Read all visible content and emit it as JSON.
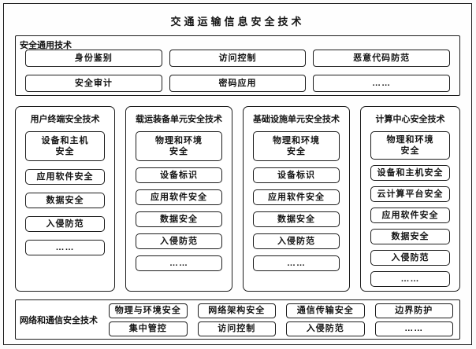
{
  "title": "交通运输信息安全技术",
  "colors": {
    "line": "#1c1c1c",
    "text": "#141414",
    "background": "#fefefe"
  },
  "general": {
    "label": "安全通用技术",
    "items": [
      "身份鉴别",
      "访问控制",
      "恶意代码防范",
      "安全审计",
      "密码应用",
      "……"
    ]
  },
  "columns": [
    {
      "header": "用户终端安全技术",
      "items": [
        "设备和主机\n安全",
        "应用软件安全",
        "数据安全",
        "入侵防范",
        "……"
      ]
    },
    {
      "header": "载运装备单元安全技术",
      "items": [
        "物理和环境\n安全",
        "设备标识",
        "应用软件安全",
        "数据安全",
        "入侵防范",
        "……"
      ]
    },
    {
      "header": "基础设施单元安全技术",
      "items": [
        "物理和环境\n安全",
        "设备标识",
        "应用软件安全",
        "数据安全",
        "入侵防范",
        "……"
      ]
    },
    {
      "header": "计算中心安全技术",
      "items": [
        "物理和环境\n安全",
        "设备和主机安全",
        "云计算平台安全",
        "应用软件安全",
        "数据安全",
        "入侵防范",
        "……"
      ]
    }
  ],
  "network": {
    "label": "网络和通信安全技术",
    "items": [
      "物理与环境安全",
      "网络架构安全",
      "通信传输安全",
      "边界防护",
      "集中管控",
      "访问控制",
      "入侵防范",
      "……"
    ]
  }
}
